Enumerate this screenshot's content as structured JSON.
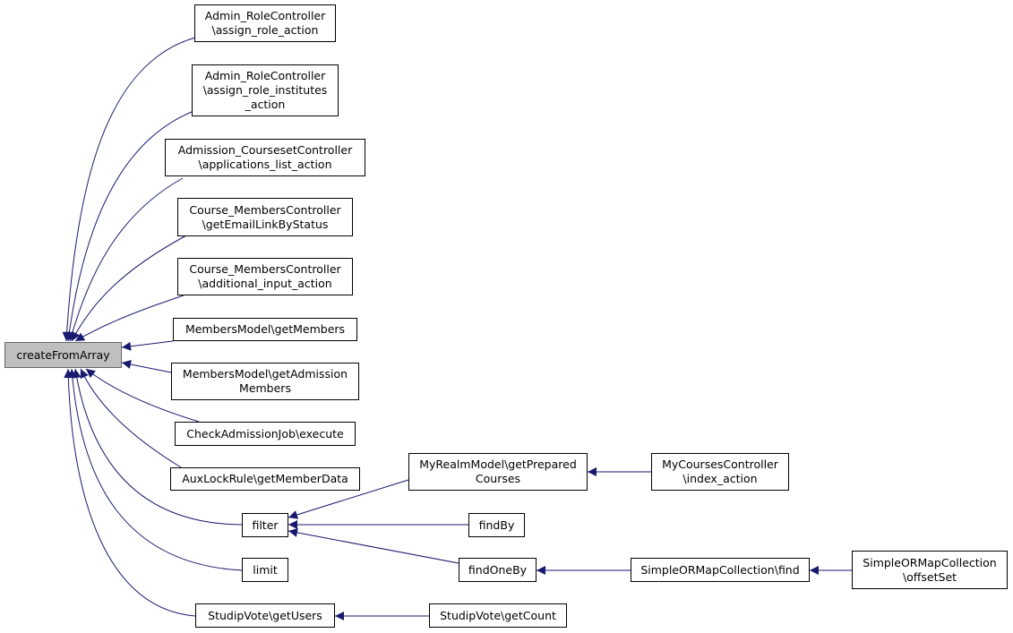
{
  "colors": {
    "edge": "#191970",
    "node_border": "#000000",
    "root_fill": "#bfbfbf",
    "root_border": "#666666"
  },
  "root": {
    "label": "createFromArray"
  },
  "nodes": {
    "assign_role": "Admin_RoleController\n\\assign_role_action",
    "assign_role_institutes": "Admin_RoleController\n\\assign_role_institutes\n_action",
    "applications_list": "Admission_CoursesetController\n\\applications_list_action",
    "get_email_link": "Course_MembersController\n\\getEmailLinkByStatus",
    "additional_input": "Course_MembersController\n\\additional_input_action",
    "get_members": "MembersModel\\getMembers",
    "get_admission_members": "MembersModel\\getAdmission\nMembers",
    "check_admission_job": "CheckAdmissionJob\\execute",
    "aux_lock_rule": "AuxLockRule\\getMemberData",
    "filter": "filter",
    "limit": "limit",
    "get_users": "StudipVote\\getUsers",
    "get_prepared_courses": "MyRealmModel\\getPrepared\nCourses",
    "my_courses_index": "MyCoursesController\n\\index_action",
    "find_by": "findBy",
    "find_one_by": "findOneBy",
    "simple_find": "SimpleORMapCollection\\find",
    "offset_set": "SimpleORMapCollection\n\\offsetSet",
    "get_count": "StudipVote\\getCount"
  }
}
